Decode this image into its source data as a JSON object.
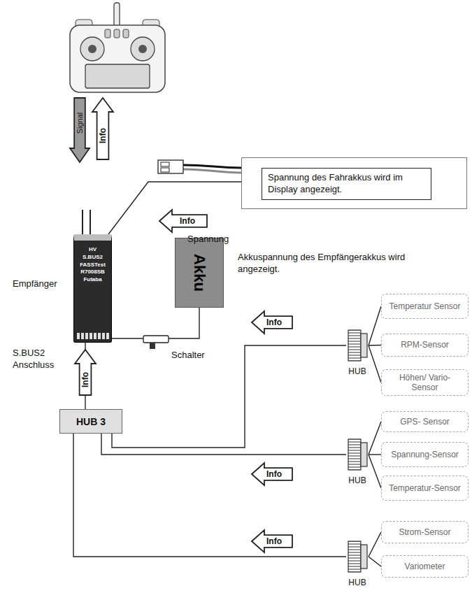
{
  "diagram": {
    "nodes": [
      {
        "text": [
          "Spannung des Fahrakkus wird im Display angezeigt."
        ]
      },
      {
        "text": [
          "HV",
          "S.BUS2",
          "FASSTest",
          "R7008SB",
          "Futaba"
        ]
      },
      {
        "text": [
          "Akku"
        ]
      },
      {
        "text": [
          "HUB 3"
        ]
      },
      {
        "text": [
          "HUB"
        ]
      },
      {
        "text": [
          "HUB"
        ]
      },
      {
        "text": [
          "HUB"
        ]
      },
      {
        "text": [
          "Temperatur Sensor"
        ]
      },
      {
        "text": [
          "RPM-Sensor"
        ]
      },
      {
        "text": [
          "Höhen/ Vario-Sensor"
        ]
      },
      {
        "text": [
          "GPS- Sensor"
        ]
      },
      {
        "text": [
          "Spannung-Sensor"
        ]
      },
      {
        "text": [
          "Temperatur-Sensor"
        ]
      },
      {
        "text": [
          "Strom-Sensor"
        ]
      },
      {
        "text": [
          "Variometer"
        ]
      }
    ],
    "edges": [
      {
        "from": 1,
        "to": 0,
        "arrow": "none"
      },
      {
        "from": 1,
        "to": 2,
        "arrow": "none"
      },
      {
        "from": 3,
        "to": 1,
        "arrow": "none"
      },
      {
        "from": 3,
        "to": 4,
        "arrow": "none"
      },
      {
        "from": 3,
        "to": 5,
        "arrow": "none"
      },
      {
        "from": 3,
        "to": 6,
        "arrow": "none"
      },
      {
        "from": 4,
        "to": 7,
        "arrow": "none"
      },
      {
        "from": 4,
        "to": 8,
        "arrow": "none"
      },
      {
        "from": 4,
        "to": 9,
        "arrow": "none"
      },
      {
        "from": 5,
        "to": 10,
        "arrow": "none"
      },
      {
        "from": 5,
        "to": 11,
        "arrow": "none"
      },
      {
        "from": 5,
        "to": 12,
        "arrow": "none"
      },
      {
        "from": 6,
        "to": 13,
        "arrow": "none"
      },
      {
        "from": 6,
        "to": 14,
        "arrow": "none"
      }
    ],
    "labels": [
      "Signal",
      "Info",
      "Info",
      "Spannung",
      "Empfänger",
      "S.BUS2 Anschluss",
      "Akkuspannung des Empfängerakkus wird angezeigt.",
      "Schalter",
      "Info",
      "Info",
      "Info",
      "Info"
    ]
  }
}
